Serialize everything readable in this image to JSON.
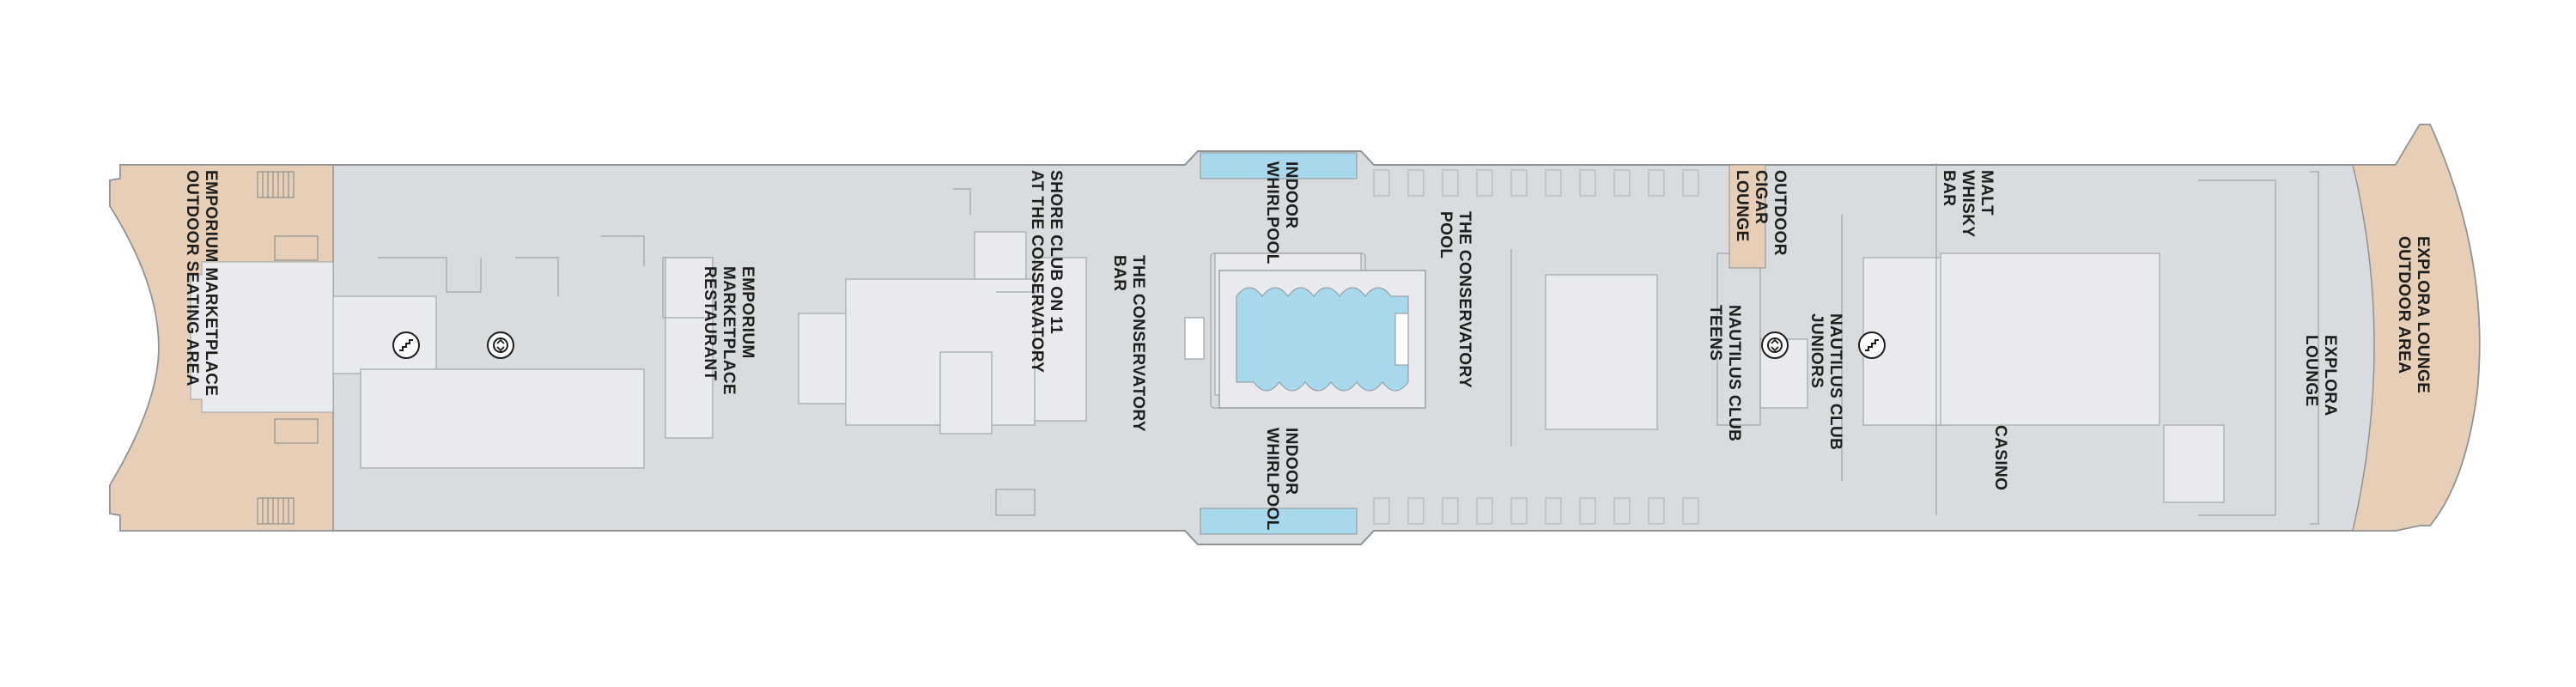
{
  "deck_map": {
    "colors": {
      "deck": "#d9dcdf",
      "deck_light": "#e8eaed",
      "outdoor": "#e6cfb6",
      "pool_water": "#a8d8ec",
      "outline": "#8e9296",
      "text": "#1d1d1b"
    },
    "labels": {
      "emporium_outdoor": "EMPORIUM MARKETPLACE\nOUTDOOR SEATING AREA",
      "emporium_restaurant": "EMPORIUM\nMARKETPLACE\nRESTAURANT",
      "shore_club": "SHORE CLUB ON 11\nAT THE CONSERVATORY",
      "conservatory_bar": "THE CONSERVATORY\nBAR",
      "indoor_whirlpool_top": "INDOOR\nWHIRLPOOL",
      "indoor_whirlpool_bottom": "INDOOR\nWHIRLPOOL",
      "conservatory_pool": "THE CONSERVATORY\nPOOL",
      "outdoor_cigar_lounge": "OUTDOOR\nCIGAR\nLOUNGE",
      "nautilus_teens": "NAUTILUS CLUB\nTEENS",
      "malt_whisky_bar": "MALT\nWHISKY\nBAR",
      "nautilus_juniors": "NAUTILUS CLUB\nJUNIORS",
      "casino": "CASINO",
      "explora_lounge": "EXPLORA\nLOUNGE",
      "explora_outdoor": "EXPLORA LOUNGE\nOUTDOOR AREA"
    },
    "icons": [
      "stairs-icon",
      "elevator-icon",
      "elevator-icon",
      "stairs-icon"
    ]
  }
}
